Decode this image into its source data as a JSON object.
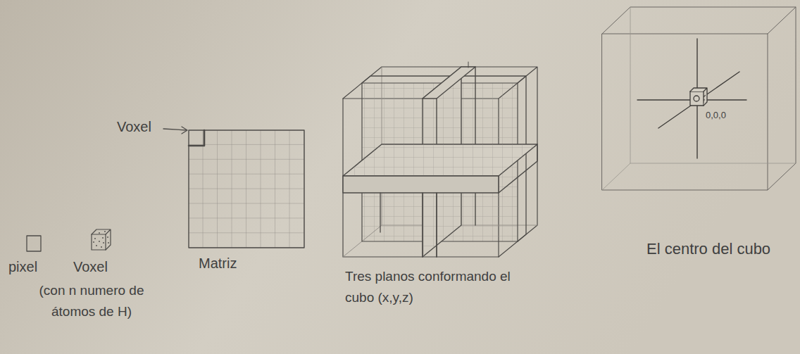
{
  "diagram": {
    "labels": [
      "Voxel",
      "pixel",
      "Voxel",
      "(con n numero de átomos de H)",
      "Matriz",
      "Tres planos conformando el cubo (x,y,z)",
      "0,0,0",
      "El centro del cubo"
    ]
  }
}
